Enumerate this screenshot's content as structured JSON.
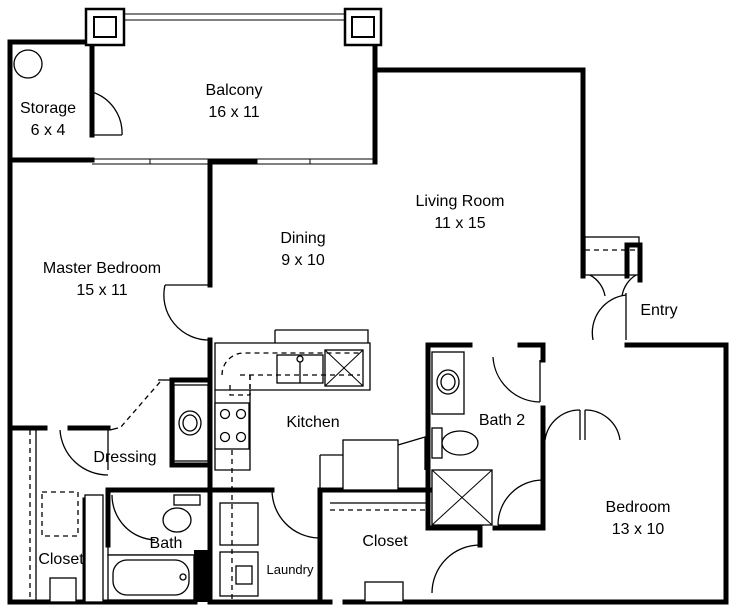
{
  "rooms": {
    "storage": {
      "name": "Storage",
      "size": "6 x 4"
    },
    "balcony": {
      "name": "Balcony",
      "size": "16 x 11"
    },
    "living": {
      "name": "Living Room",
      "size": "11 x 15"
    },
    "dining": {
      "name": "Dining",
      "size": "9 x 10"
    },
    "master": {
      "name": "Master Bedroom",
      "size": "15 x 11"
    },
    "entry": {
      "name": "Entry"
    },
    "kitchen": {
      "name": "Kitchen"
    },
    "bath2": {
      "name": "Bath 2"
    },
    "dressing": {
      "name": "Dressing"
    },
    "bedroom": {
      "name": "Bedroom",
      "size": "13 x 10"
    },
    "closet_left": {
      "name": "Closet"
    },
    "bath": {
      "name": "Bath"
    },
    "laundry": {
      "name": "Laundry"
    },
    "closet_mid": {
      "name": "Closet"
    }
  }
}
